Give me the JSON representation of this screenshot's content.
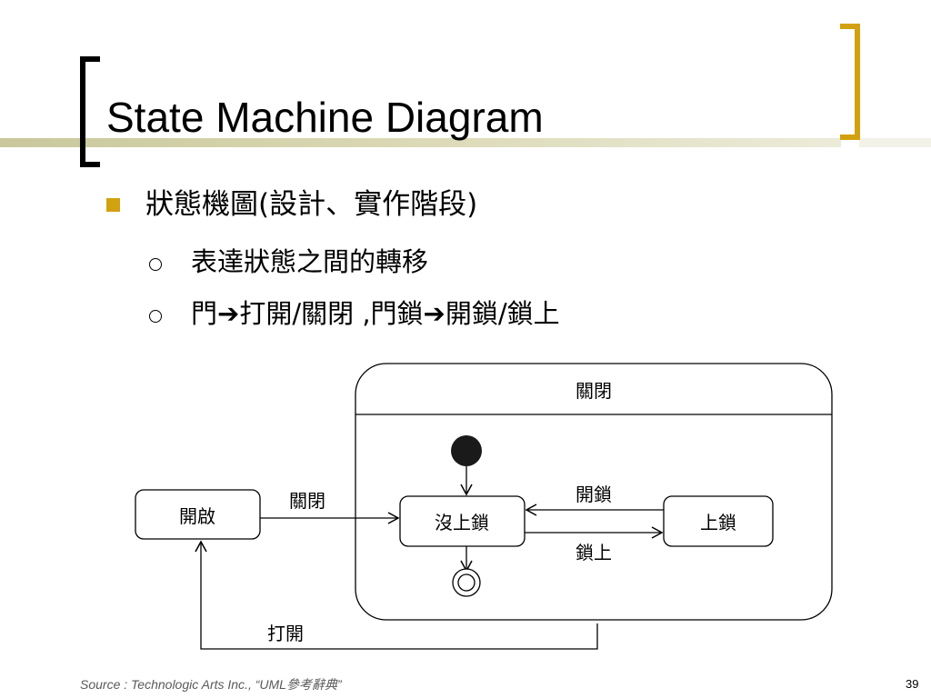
{
  "slide": {
    "title": "State Machine Diagram",
    "bullet_l1": "狀態機圖(設計、實作階段)",
    "bullets_l2": [
      {
        "text": "表達狀態之間的轉移"
      },
      {
        "part1": "門",
        "arrow1": "➔",
        "part2": "打開/關閉 ,門鎖",
        "arrow2": "➔",
        "part3": "開鎖/鎖上"
      }
    ],
    "source": "Source : Technologic Arts Inc., “UML參考辭典”",
    "page_number": "39"
  },
  "diagram": {
    "composite_state": "關閉",
    "states": {
      "open": "開啟",
      "unlocked": "沒上鎖",
      "locked": "上鎖"
    },
    "transitions": {
      "open_to_closed": "關閉",
      "locked_to_unlocked": "開鎖",
      "unlocked_to_locked": "鎖上",
      "closed_to_open": "打開"
    }
  },
  "colors": {
    "accent": "#d2a10f",
    "rule": "#c9c79b",
    "line": "#000000"
  }
}
